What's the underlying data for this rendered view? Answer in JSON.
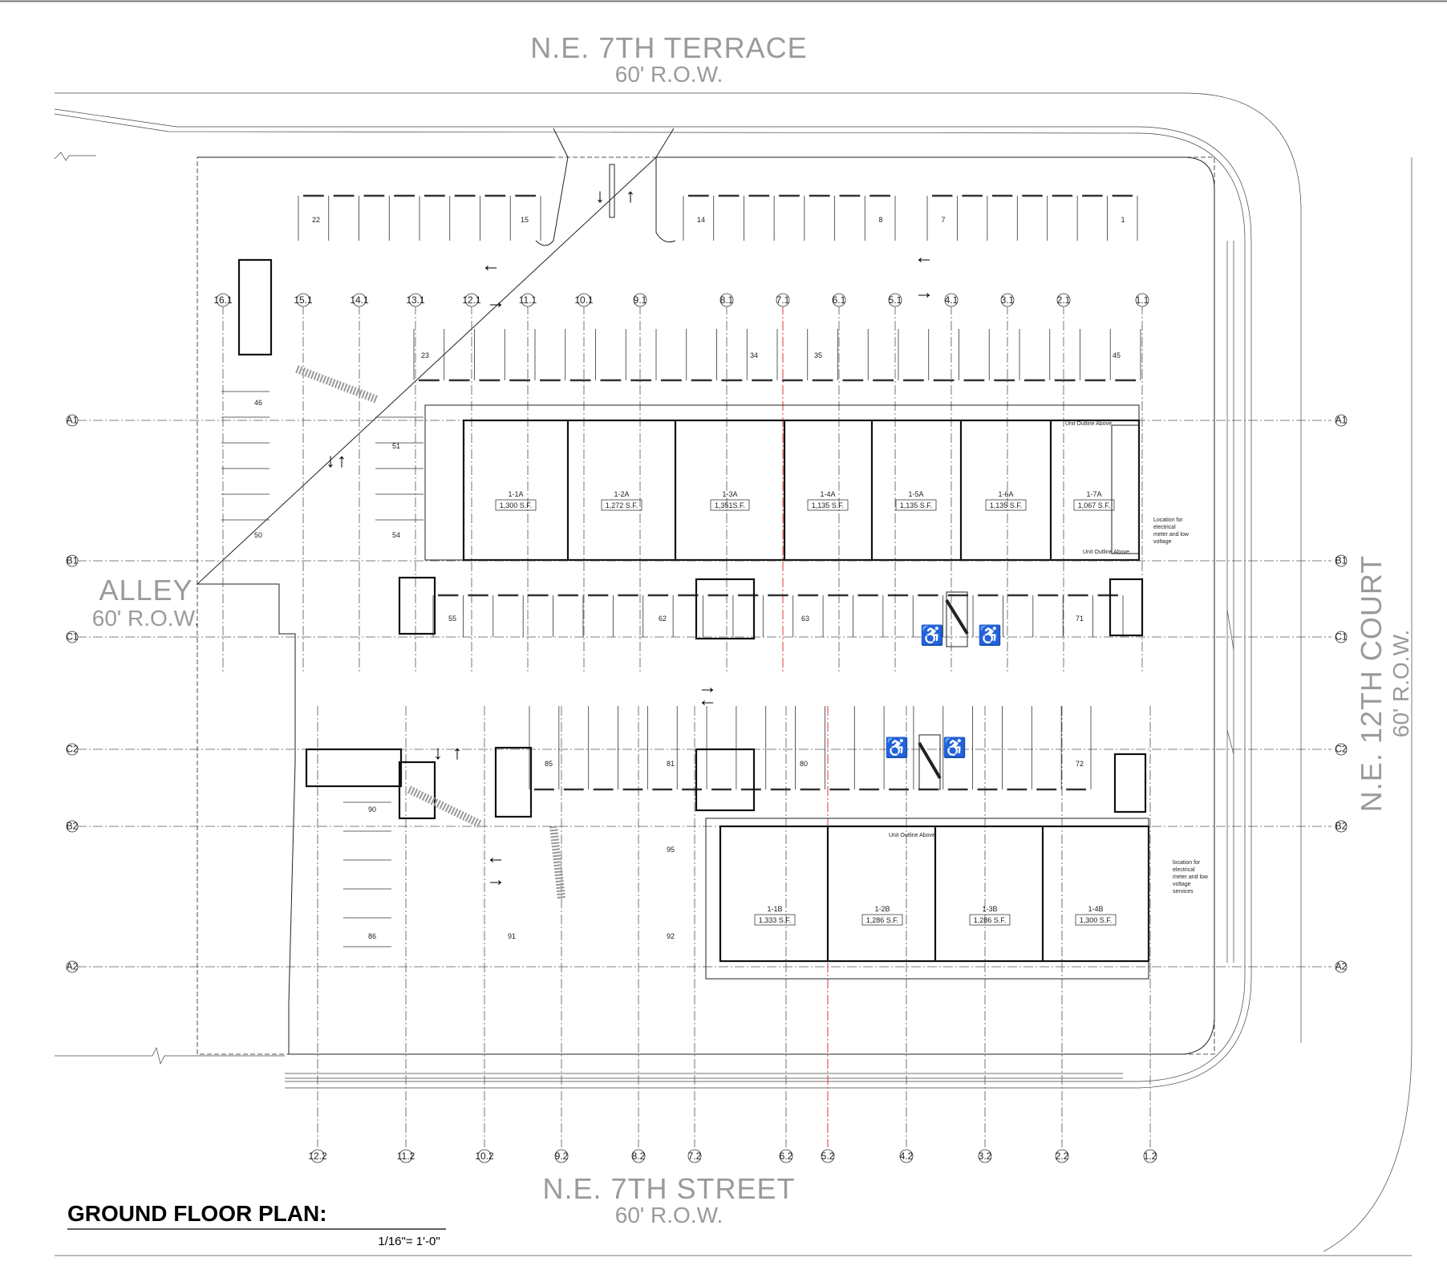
{
  "streets": {
    "north": {
      "name": "N.E. 7TH TERRACE",
      "row": "60' R.O.W."
    },
    "south": {
      "name": "N.E. 7TH STREET",
      "row": "60' R.O.W."
    },
    "west": {
      "name": "ALLEY",
      "row": "60' R.O.W."
    },
    "east": {
      "name": "N.E. 12TH COURT",
      "row": "60' R.O.W."
    }
  },
  "title": "GROUND FLOOR PLAN:",
  "scale": "1/16\"= 1'-0\"",
  "grid_rows": [
    "A1",
    "B1",
    "C1",
    "C2",
    "B2",
    "A2"
  ],
  "grid_cols_top": [
    "16.1",
    "15.1",
    "14.1",
    "13.1",
    "12.1",
    "11.1",
    "10.1",
    "9.1",
    "8.1",
    "7.1",
    "6.1",
    "5.1",
    "4.1",
    "3.1",
    "2.1",
    "1.1"
  ],
  "grid_cols_bottom": [
    "12.2",
    "11.2",
    "10.2",
    "9.2",
    "8.2",
    "7.2",
    "6.2",
    "5.2",
    "4.2",
    "3.2",
    "2.2",
    "1.2"
  ],
  "parking_numbers": [
    "22",
    "15",
    "14",
    "8",
    "7",
    "1",
    "23",
    "34",
    "35",
    "45",
    "46",
    "51",
    "50",
    "54",
    "55",
    "62",
    "63",
    "71",
    "85",
    "81",
    "80",
    "72",
    "90",
    "95",
    "86",
    "91",
    "92"
  ],
  "units_north": [
    {
      "name": "1-1A",
      "area": "1,300 S.F."
    },
    {
      "name": "1-2A",
      "area": "1,272 S.F."
    },
    {
      "name": "1-3A",
      "area": "1,351S.F."
    },
    {
      "name": "1-4A",
      "area": "1,135 S.F."
    },
    {
      "name": "1-5A",
      "area": "1,135 S.F."
    },
    {
      "name": "1-6A",
      "area": "1,135 S.F."
    },
    {
      "name": "1-7A",
      "area": "1,067 S.F."
    }
  ],
  "units_south": [
    {
      "name": "1-1B",
      "area": "1,333 S.F."
    },
    {
      "name": "1-2B",
      "area": "1,286 S.F."
    },
    {
      "name": "1-3B",
      "area": "1,286 S.F."
    },
    {
      "name": "1-4B",
      "area": "1,300 S.F."
    }
  ],
  "notes": {
    "unit_outline_1": "Unit Outline Above",
    "unit_outline_2": "Unit Outline Above",
    "unit_outline_3": "Unit Outline Above",
    "meter_north": [
      "Location for",
      "electrical",
      "meter and low",
      "voltage"
    ],
    "meter_south": [
      "location for",
      "electrical",
      "meter and low",
      "voltage",
      "services"
    ]
  },
  "colors": {
    "street_text": "#9a9a9a",
    "expansion_joint": "#d22222",
    "linework": "#111111"
  }
}
